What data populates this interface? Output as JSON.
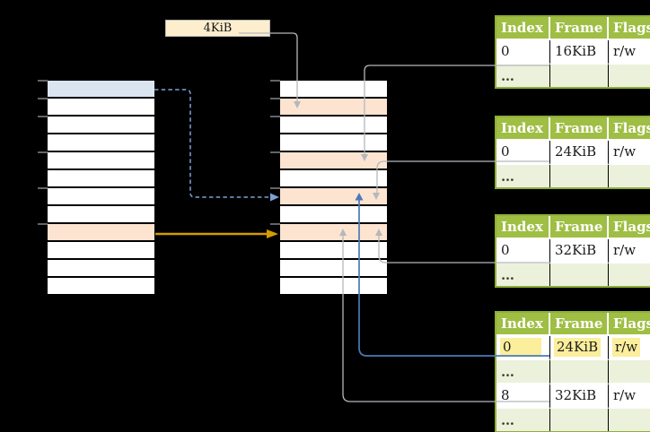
{
  "colors": {
    "background": "#000000",
    "header_green": "#9fbe44",
    "border_green": "#8fae39",
    "alt_row_green": "#ecf1dc",
    "dots_text": "#3d4426",
    "highlight_yellow": "#fbee9c",
    "cell_blue": "#dbe5f2",
    "cell_peach": "#fce4d0",
    "label_cream": "#fdeecd",
    "connector_gray": "#b4b8bc",
    "connector_blue": "#4d79b8",
    "connector_dashed_blue": "#7f9fd4",
    "connector_orange": "#d59b00",
    "tick_gray": "#8c9196"
  },
  "frame_size_label": {
    "text": "4KiB"
  },
  "memory": {
    "left_column": {
      "rows": 12,
      "highlights": [
        {
          "row": 0,
          "color": "blue"
        },
        {
          "row": 8,
          "color": "peach"
        }
      ]
    },
    "middle_column": {
      "rows": 12,
      "highlights": [
        {
          "row": 1,
          "color": "peach"
        },
        {
          "row": 4,
          "color": "peach"
        },
        {
          "row": 6,
          "color": "peach"
        },
        {
          "row": 8,
          "color": "peach"
        }
      ]
    }
  },
  "tables": {
    "headers": [
      "Index",
      "Frame",
      "Flags"
    ],
    "dots_text": "…",
    "items": [
      {
        "id": "page-table-1",
        "rows": [
          {
            "index": "0",
            "frame": "16KiB",
            "flags": "r/w"
          },
          {
            "dots": true
          }
        ]
      },
      {
        "id": "page-table-2",
        "rows": [
          {
            "index": "0",
            "frame": "24KiB",
            "flags": "r/w"
          },
          {
            "dots": true
          }
        ]
      },
      {
        "id": "page-table-3",
        "rows": [
          {
            "index": "0",
            "frame": "32KiB",
            "flags": "r/w"
          },
          {
            "dots": true
          }
        ]
      },
      {
        "id": "page-table-4",
        "rows": [
          {
            "index": "0",
            "frame": "24KiB",
            "flags": "r/w",
            "highlight": true
          },
          {
            "dots": true
          },
          {
            "index": "8",
            "frame": "32KiB",
            "flags": "r/w"
          },
          {
            "dots": true
          }
        ]
      }
    ]
  }
}
